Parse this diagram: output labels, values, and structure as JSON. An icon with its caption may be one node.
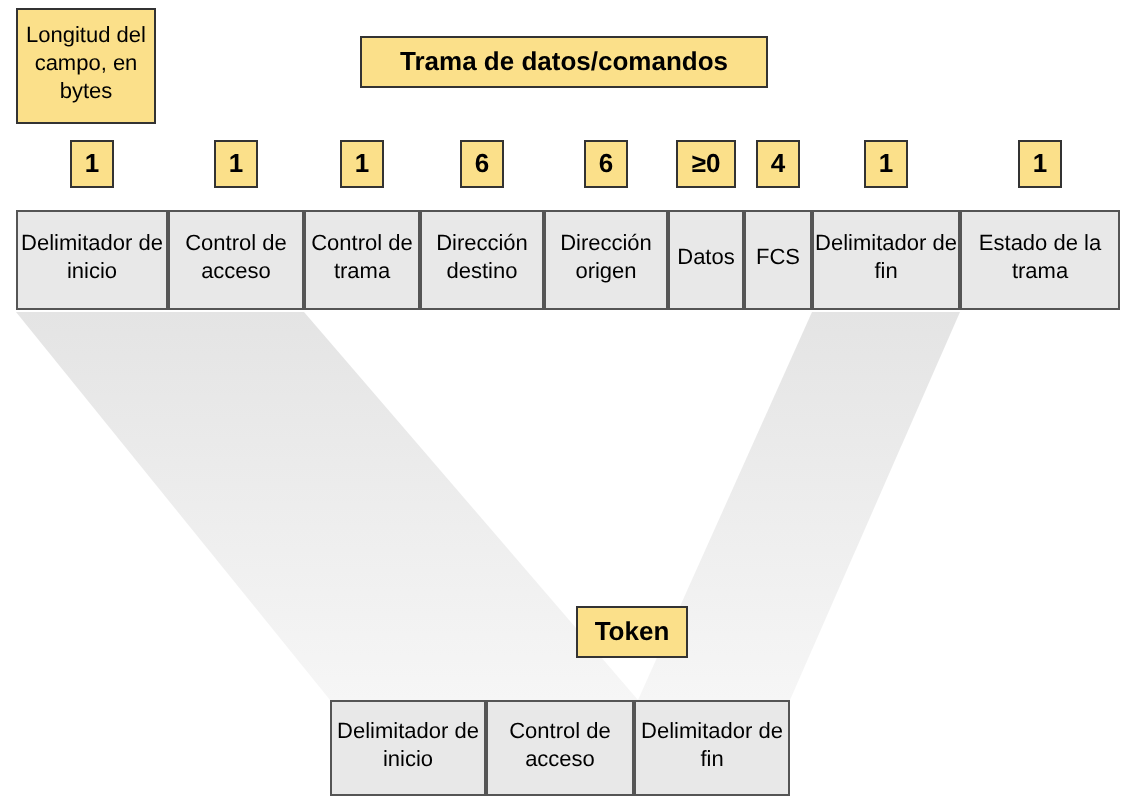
{
  "diagram": {
    "nodes": [
      {
        "text": [
          "Longitud del campo, en bytes"
        ]
      },
      {
        "text": [
          "Trama de datos/comandos"
        ]
      },
      {
        "text": [
          "1"
        ]
      },
      {
        "text": [
          "1"
        ]
      },
      {
        "text": [
          "1"
        ]
      },
      {
        "text": [
          "6"
        ]
      },
      {
        "text": [
          "6"
        ]
      },
      {
        "text": [
          "≥0"
        ]
      },
      {
        "text": [
          "4"
        ]
      },
      {
        "text": [
          "1"
        ]
      },
      {
        "text": [
          "1"
        ]
      },
      {
        "text": [
          "Delimitador de inicio"
        ]
      },
      {
        "text": [
          "Control de acceso"
        ]
      },
      {
        "text": [
          "Control de trama"
        ]
      },
      {
        "text": [
          "Dirección destino"
        ]
      },
      {
        "text": [
          "Dirección origen"
        ]
      },
      {
        "text": [
          "Datos"
        ]
      },
      {
        "text": [
          "FCS"
        ]
      },
      {
        "text": [
          "Delimitador de fin"
        ]
      },
      {
        "text": [
          "Estado de la trama"
        ]
      },
      {
        "text": [
          "Token"
        ]
      },
      {
        "text": [
          "Delimitador de inicio"
        ]
      },
      {
        "text": [
          "Control de acceso"
        ]
      },
      {
        "text": [
          "Delimitador de fin"
        ]
      }
    ],
    "edges": []
  }
}
